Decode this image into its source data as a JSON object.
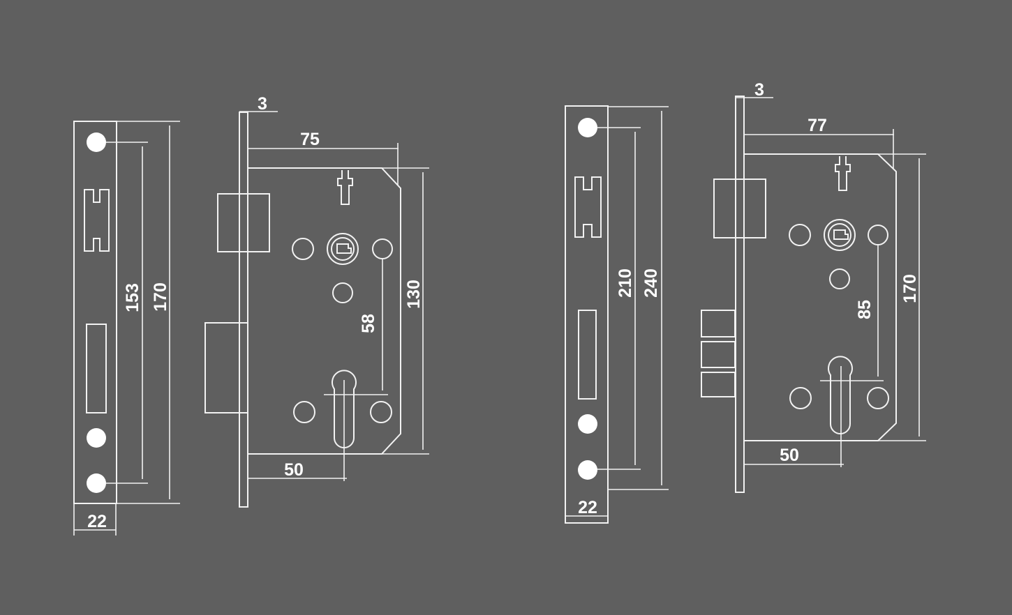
{
  "background_color": "#5f5f5f",
  "line_color": "#f2f2f2",
  "lock_left": {
    "faceplate_width": "22",
    "hole_spacing": "153",
    "faceplate_height": "170",
    "faceplate_thickness": "3",
    "backset_overall": "75",
    "case_height": "130",
    "center_distance": "58",
    "backset": "50"
  },
  "lock_right": {
    "faceplate_width": "22",
    "hole_spacing": "210",
    "faceplate_height": "240",
    "faceplate_thickness": "3",
    "backset_overall": "77",
    "case_height": "170",
    "center_distance": "85",
    "backset": "50"
  }
}
